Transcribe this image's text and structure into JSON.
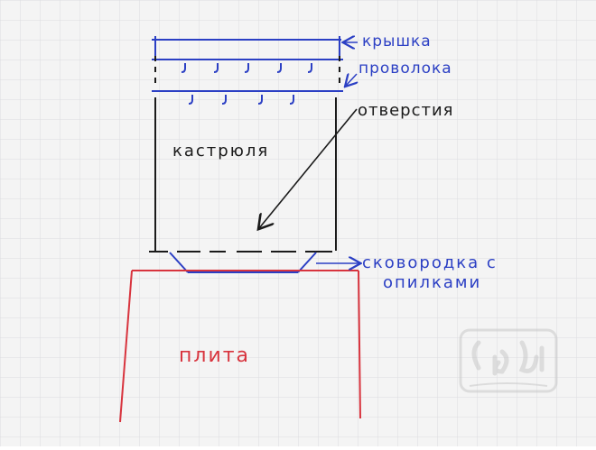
{
  "labels": {
    "lid": "крышка",
    "wire": "проволока",
    "holes": "отверстия",
    "pot": "кастрюля",
    "pan_line1": "сковородка с",
    "pan_line2": "опилками",
    "stove": "плита"
  },
  "colors": {
    "paper": "#f4f4f4",
    "grid": "#dcdde0",
    "ink_black": "#1a1a1a",
    "ink_blue": "#2b3fc4",
    "ink_red": "#d8343e"
  },
  "watermark": {
    "text": "ciao",
    "kind": "logo"
  }
}
